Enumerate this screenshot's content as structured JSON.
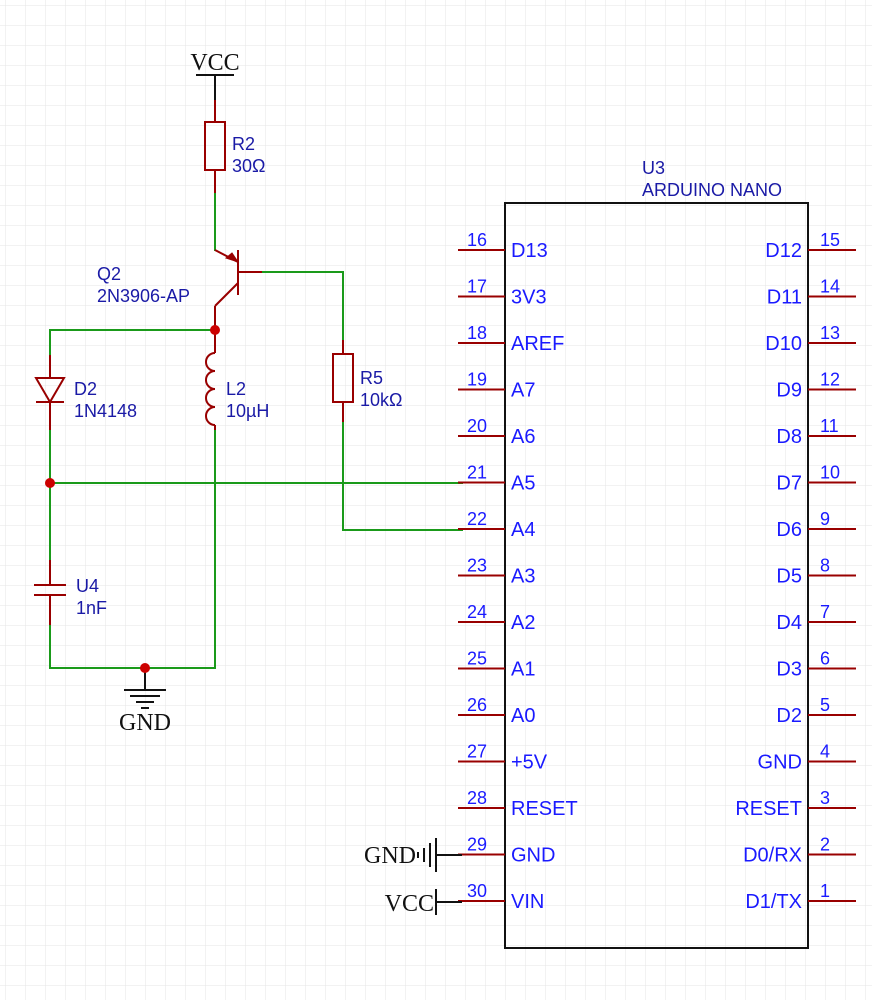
{
  "power": {
    "vcc_top": "VCC",
    "gnd_bottom": "GND",
    "gnd_pin29": "GND",
    "vcc_pin30": "VCC"
  },
  "components": {
    "R2": {
      "ref": "R2",
      "value": "30Ω"
    },
    "Q2": {
      "ref": "Q2",
      "value": "2N3906-AP"
    },
    "L2": {
      "ref": "L2",
      "value": "10µH"
    },
    "D2": {
      "ref": "D2",
      "value": "1N4148"
    },
    "R5": {
      "ref": "R5",
      "value": "10kΩ"
    },
    "U4": {
      "ref": "U4",
      "value": "1nF"
    },
    "U3": {
      "ref": "U3",
      "value": "ARDUINO NANO"
    }
  },
  "nano": {
    "left_pins": [
      {
        "num": "16",
        "name": "D13"
      },
      {
        "num": "17",
        "name": "3V3"
      },
      {
        "num": "18",
        "name": "AREF"
      },
      {
        "num": "19",
        "name": "A7"
      },
      {
        "num": "20",
        "name": "A6"
      },
      {
        "num": "21",
        "name": "A5"
      },
      {
        "num": "22",
        "name": "A4"
      },
      {
        "num": "23",
        "name": "A3"
      },
      {
        "num": "24",
        "name": "A2"
      },
      {
        "num": "25",
        "name": "A1"
      },
      {
        "num": "26",
        "name": "A0"
      },
      {
        "num": "27",
        "name": "+5V"
      },
      {
        "num": "28",
        "name": "RESET"
      },
      {
        "num": "29",
        "name": "GND"
      },
      {
        "num": "30",
        "name": "VIN"
      }
    ],
    "right_pins": [
      {
        "num": "15",
        "name": "D12"
      },
      {
        "num": "14",
        "name": "D11"
      },
      {
        "num": "13",
        "name": "D10"
      },
      {
        "num": "12",
        "name": "D9"
      },
      {
        "num": "11",
        "name": "D8"
      },
      {
        "num": "10",
        "name": "D7"
      },
      {
        "num": "9",
        "name": "D6"
      },
      {
        "num": "8",
        "name": "D5"
      },
      {
        "num": "7",
        "name": "D4"
      },
      {
        "num": "6",
        "name": "D3"
      },
      {
        "num": "5",
        "name": "D2"
      },
      {
        "num": "4",
        "name": "GND"
      },
      {
        "num": "3",
        "name": "RESET"
      },
      {
        "num": "2",
        "name": "D0/RX"
      },
      {
        "num": "1",
        "name": "D1/TX"
      }
    ]
  }
}
